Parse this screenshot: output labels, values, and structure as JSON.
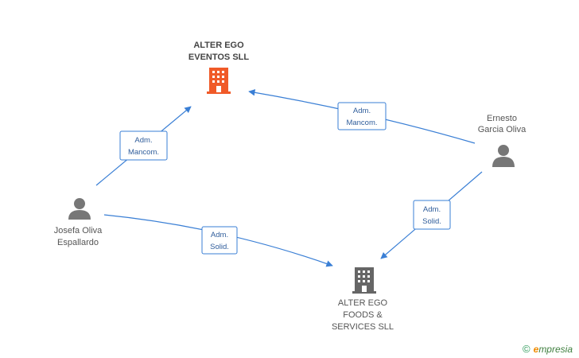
{
  "nodes": {
    "alter_ego_eventos": {
      "lines": [
        "ALTER EGO",
        "EVENTOS SLL"
      ],
      "type": "company",
      "color": "#f05a28"
    },
    "ernesto": {
      "lines": [
        "Ernesto",
        "Garcia Oliva"
      ],
      "type": "person",
      "color": "#777777"
    },
    "josefa": {
      "lines": [
        "Josefa Oliva",
        "Espallardo"
      ],
      "type": "person",
      "color": "#777777"
    },
    "alter_ego_foods": {
      "lines": [
        "ALTER EGO",
        "FOODS &",
        "SERVICES  SLL"
      ],
      "type": "company",
      "color": "#666666"
    }
  },
  "edges": {
    "josefa_eventos": {
      "lines": [
        "Adm.",
        "Mancom."
      ]
    },
    "ernesto_eventos": {
      "lines": [
        "Adm.",
        "Mancom."
      ]
    },
    "ernesto_foods": {
      "lines": [
        "Adm.",
        "Solid."
      ]
    },
    "josefa_foods": {
      "lines": [
        "Adm.",
        "Solid."
      ]
    }
  },
  "colors": {
    "edge": "#3a7fd5"
  },
  "watermark": {
    "copyright": "©",
    "brand_first": "e",
    "brand_rest": "mpresia"
  }
}
